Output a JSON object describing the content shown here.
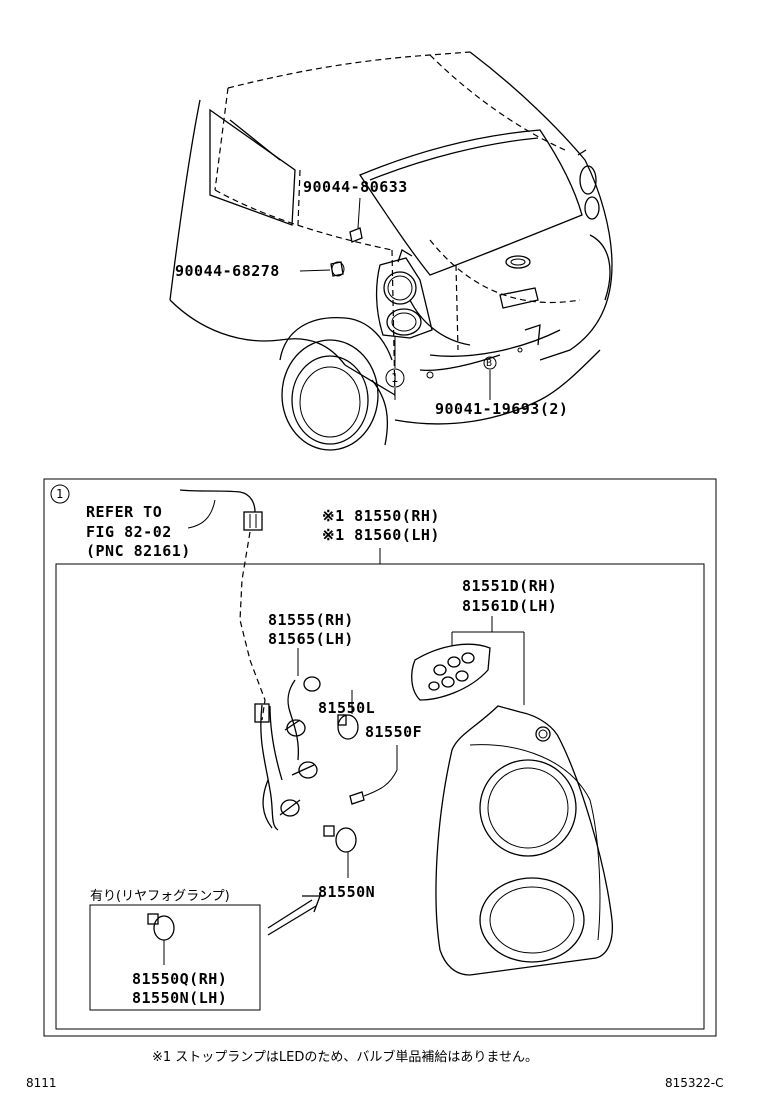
{
  "top_callouts": {
    "bolt_upper": "90044-80633",
    "bolt_lower": "90044-68278",
    "clip": "90041-19693(2)",
    "clip_marker": "B",
    "assembly_marker": "1"
  },
  "box": {
    "marker": "1",
    "refer_line1": "REFER TO",
    "refer_line2": "FIG 82-02",
    "refer_line3": "(PNC 82161)",
    "lamp_assy_rh": "※1 81550(RH)",
    "lamp_assy_lh": "※1 81560(LH)",
    "lens_rh": "81551D(RH)",
    "lens_lh": "81561D(LH)",
    "socket_rh": "81555(RH)",
    "socket_lh": "81565(LH)",
    "bulb_l": "81550L",
    "bulb_f": "81550F",
    "bulb_n": "81550N",
    "fog_title": "有り(リヤフォグランプ)",
    "fog_rh": "81550Q(RH)",
    "fog_lh": "81550N(LH)"
  },
  "footnote": "※1 ストップランプはLEDのため、バルブ単品補給はありません。",
  "page_code_left": "8111",
  "page_code_right": "815322-C"
}
